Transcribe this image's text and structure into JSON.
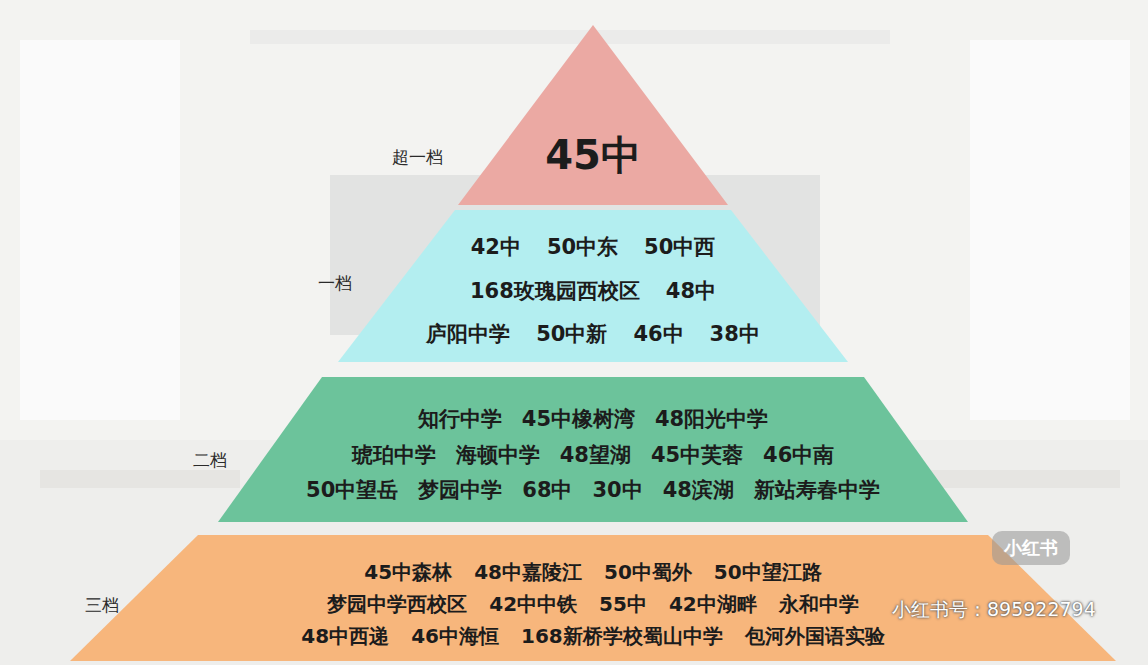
{
  "diagram": {
    "nodes": [
      {
        "text": [
          "超一档",
          "45中"
        ]
      },
      {
        "text": [
          "一档",
          "42中",
          "50中东",
          "50中西",
          "168玫瑰园西校区",
          "48中",
          "庐阳中学",
          "50中新",
          "46中",
          "38中"
        ]
      },
      {
        "text": [
          "二档",
          "知行中学",
          "45中橡树湾",
          "48阳光中学",
          "琥珀中学",
          "海顿中学",
          "48望湖",
          "45中芙蓉",
          "46中南",
          "50中望岳",
          "梦园中学",
          "68中",
          "30中",
          "48滨湖",
          "新站寿春中学"
        ]
      },
      {
        "text": [
          "三档",
          "45中森林",
          "48中嘉陵江",
          "50中蜀外",
          "50中望江路",
          "梦园中学西校区",
          "42中中铁",
          "55中",
          "42中湖畔",
          "永和中学",
          "48中西递",
          "46中海恒",
          "168新桥学校蜀山中学",
          "包河外国语实验"
        ]
      }
    ],
    "labels": [
      "小红书",
      "小红书号：895922794"
    ]
  }
}
